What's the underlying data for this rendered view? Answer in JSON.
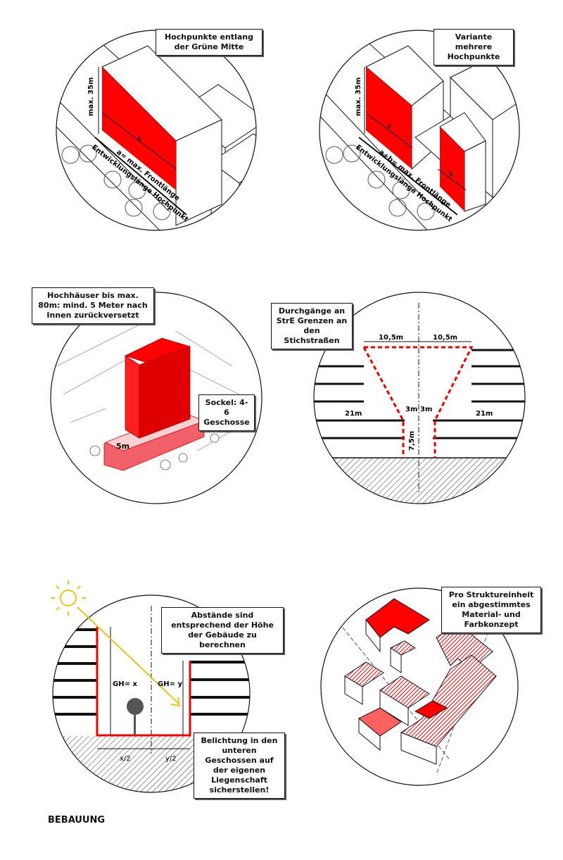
{
  "diagrams": {
    "d1": {
      "callout": "Hochpunkte entlang der Grüne Mitte",
      "height_label": "max. 35m",
      "a_label": "a",
      "front_label": "a= max. Frontlänge",
      "dev_label": "Entwicklungslänge Hochpunkt"
    },
    "d2": {
      "callout": "Variante mehrere Hochpunkte",
      "height_label": "max. 35m",
      "a_label": "a",
      "b_label": "b",
      "front_label": "a+b= max. Frontlänge",
      "dev_label": "Entwicklungslänge Hochpunkt"
    },
    "d3": {
      "callout": "Hochhäuser bis max. 80m: mind. 5 Meter nach Innen zurückversetzt",
      "callout2": "Sockel: 4-6 Geschosse",
      "offset_label": "5m"
    },
    "d4": {
      "callout": "Durchgänge an StrE Grenzen an den Stichstraßen",
      "w_left": "10,5m",
      "w_right": "10,5m",
      "h_left": "21m",
      "h_right": "21m",
      "gap_left": "3m",
      "gap_right": "3m",
      "pass_height": "7,5m"
    },
    "d5": {
      "callout": "Abstände sind entsprechend der Höhe der Gebäude zu berechnen",
      "callout2": "Belichtung in den unteren Geschossen auf der eigenen Liegenschaft sicherstellen!",
      "gh_x": "GH= x",
      "gh_y": "GH= y",
      "x_half": "x/2",
      "y_half": "y/2"
    },
    "d6": {
      "callout": "Pro Struktureinheit ein abgestimmtes Material- und Farbkonzept"
    }
  },
  "section_title": "BEBAUUNG",
  "colors": {
    "red": "#ff0000",
    "pink": "#f2606a",
    "sun": "#e8c31c"
  }
}
